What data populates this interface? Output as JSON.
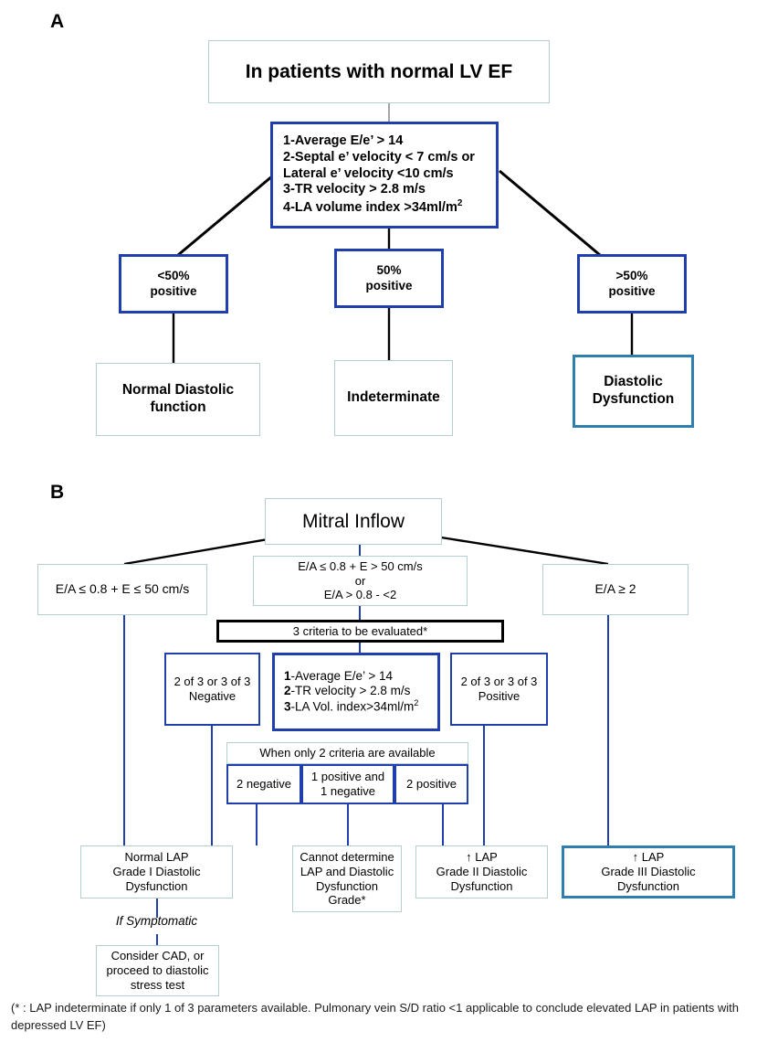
{
  "panels": {
    "a_label": "A",
    "b_label": "B"
  },
  "panel_a": {
    "title": "In patients with normal LV EF",
    "criteria": [
      "1-Average E/e’ > 14",
      "2-Septal e’ velocity < 7 cm/s or",
      "Lateral e’ velocity <10 cm/s",
      "3-TR velocity > 2.8 m/s",
      "4-LA volume index >34ml/m"
    ],
    "criteria_sup": "2",
    "decisions": [
      {
        "line1": "<50%",
        "line2": "positive"
      },
      {
        "line1": "50%",
        "line2": "positive"
      },
      {
        "line1": ">50%",
        "line2": "positive"
      }
    ],
    "outcomes": [
      {
        "line1": "Normal Diastolic",
        "line2": "function"
      },
      {
        "line1": "Indeterminate",
        "line2": ""
      },
      {
        "line1": "Diastolic",
        "line2": "Dysfunction"
      }
    ]
  },
  "panel_b": {
    "title": "Mitral Inflow",
    "branch_left": "E/A ≤ 0.8 + E ≤ 50 cm/s",
    "branch_mid": [
      "E/A ≤ 0.8 + E > 50 cm/s",
      "or",
      "E/A > 0.8 - <2"
    ],
    "branch_right": "E/A ≥ 2",
    "criteria_bar": "3 criteria to be evaluated*",
    "criteria": [
      {
        "num": "1",
        "text": "-Average E/e’ > 14"
      },
      {
        "num": "2",
        "text": "-TR velocity > 2.8 m/s"
      },
      {
        "num": "3",
        "text": "-LA Vol. index>34ml/m"
      }
    ],
    "criteria_sup": "2",
    "verdict_negative": {
      "line1": "2 of 3 or 3 of 3",
      "line2": "Negative"
    },
    "verdict_positive": {
      "line1": "2 of 3 or 3 of 3",
      "line2": "Positive"
    },
    "two_criteria_header": "When only 2 criteria are available",
    "two_criteria_cells": [
      {
        "line1": "2 negative",
        "line2": ""
      },
      {
        "line1": "1 positive and",
        "line2": "1 negative"
      },
      {
        "line1": "2 positive",
        "line2": ""
      }
    ],
    "outcomes": [
      {
        "line1": "Normal  LAP",
        "line2": "Grade I Diastolic",
        "line3": "Dysfunction"
      },
      {
        "line1": "Cannot determine",
        "line2": "LAP and Diastolic",
        "line3": "Dysfunction",
        "line4": "Grade*"
      },
      {
        "line1": "↑ LAP",
        "line2": "Grade II Diastolic",
        "line3": "Dysfunction"
      },
      {
        "line1": "↑ LAP",
        "line2": "Grade III Diastolic",
        "line3": "Dysfunction"
      }
    ],
    "symptomatic_note": "If Symptomatic",
    "stress_box": {
      "line1": "Consider CAD, or",
      "line2": "proceed to diastolic",
      "line3": "stress  test"
    }
  },
  "footnote": {
    "line1": "(* : LAP indeterminate if only 1 of 3 parameters available. Pulmonary vein S/D ratio <1 applicable to conclude elevated LAP in",
    "line2": "patients with depressed LV EF)"
  },
  "colors": {
    "blue": "#1f3fad",
    "teal_light": "#b5cfcf",
    "teal_dark": "#2e7eae",
    "black": "#000000"
  }
}
